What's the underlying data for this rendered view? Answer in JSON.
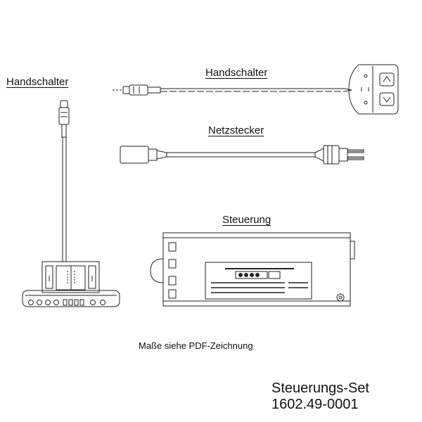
{
  "labels": {
    "handschalter_left": "Handschalter",
    "handschalter_top": "Handschalter",
    "netzstecker": "Netzstecker",
    "steuerung": "Steuerung"
  },
  "note": "Maße siehe PDF-Zeichnung",
  "title": {
    "line1": "Steuerungs-Set",
    "line2": "1602.49-0001"
  },
  "colors": {
    "line": "#222222",
    "background": "#ffffff"
  }
}
